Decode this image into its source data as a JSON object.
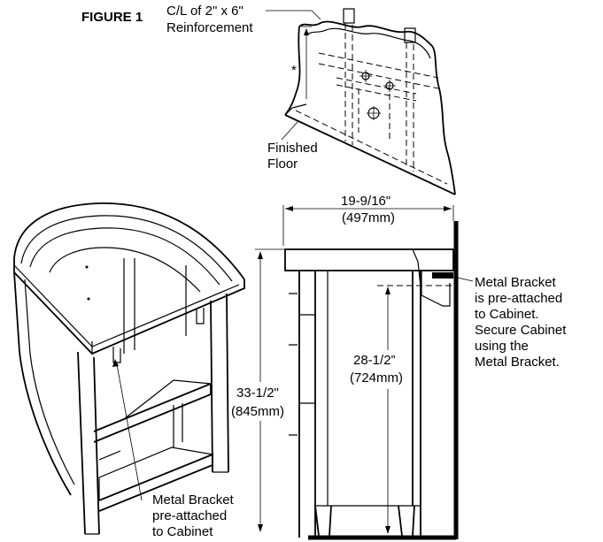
{
  "figure": {
    "label": "FIGURE 1",
    "reinforcement_lines": [
      "C/L of 2\" x 6\"",
      "Reinforcement"
    ],
    "asterisk": "*",
    "floor_lines": [
      "Finished",
      "Floor"
    ]
  },
  "dimensions": {
    "depth_in": "19-9/16\"",
    "depth_mm": "(497mm)",
    "height_in": "33-1/2\"",
    "height_mm": "(845mm)",
    "bracket_height_in": "28-1/2”",
    "bracket_height_mm": "(724mm)"
  },
  "callouts": {
    "bracket_right_lines": [
      "Metal Bracket",
      "is pre-attached",
      "to Cabinet.",
      "Secure Cabinet",
      "using the",
      "Metal Bracket."
    ],
    "bracket_left_lines": [
      "Metal Bracket",
      "pre-attached",
      "to Cabinet"
    ]
  }
}
